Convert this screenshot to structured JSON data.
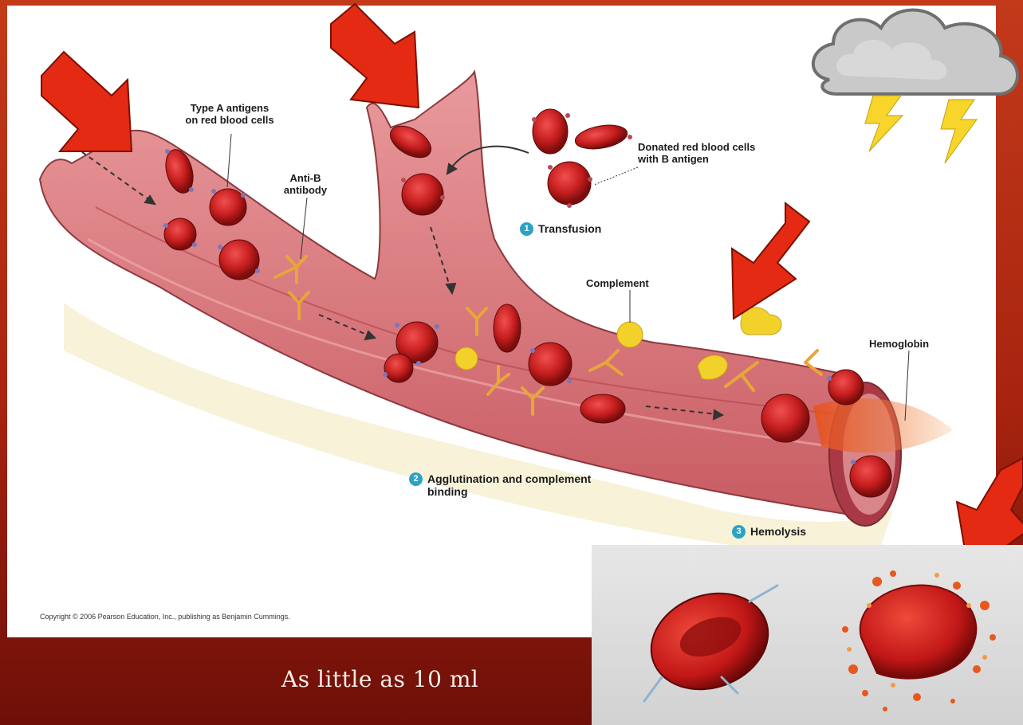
{
  "diagram": {
    "labels": {
      "type_a_antigens": [
        "Type A antigens",
        "on red blood cells"
      ],
      "anti_b_antibody": [
        "Anti-B",
        "antibody"
      ],
      "donated_cells": [
        "Donated red blood cells",
        "with B antigen"
      ],
      "complement": "Complement",
      "hemoglobin": "Hemoglobin"
    },
    "steps": [
      {
        "number": "1",
        "text": "Transfusion"
      },
      {
        "number": "2",
        "text": "Agglutination and complement binding"
      },
      {
        "number": "3",
        "text": "Hemolysis"
      }
    ],
    "copyright": "Copyright © 2006 Pearson Education, Inc., publishing as Benjamin Cummings."
  },
  "caption": "As little as 10 ml",
  "colors": {
    "vessel": "#d9767a",
    "red_blood_cell": "#c81f1f",
    "antibody": "#e8a53a",
    "complement": "#f2d12b",
    "step_badge": "#2aa3c5",
    "arrow": "#e42a12"
  }
}
